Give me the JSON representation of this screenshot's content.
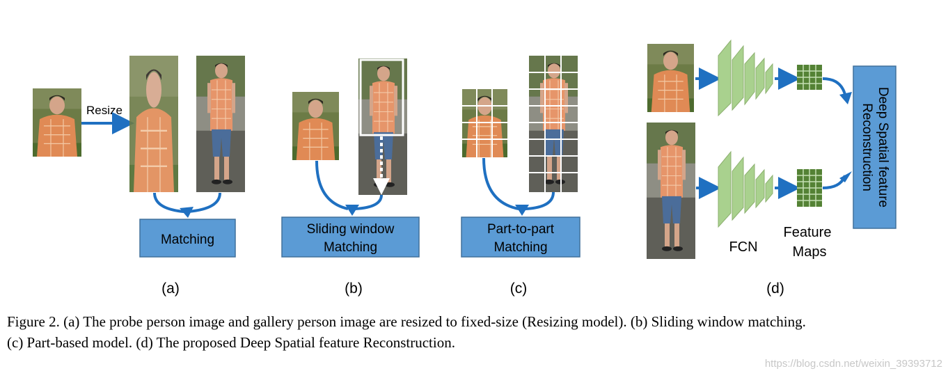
{
  "panels": {
    "a": {
      "label": "(a)",
      "resize_text": "Resize",
      "box_text": "Matching"
    },
    "b": {
      "label": "(b)",
      "box_line1": "Sliding window",
      "box_line2": "Matching"
    },
    "c": {
      "label": "(c)",
      "box_line1": "Part-to-part",
      "box_line2": "Matching"
    },
    "d": {
      "label": "(d)",
      "fcn_text": "FCN",
      "feature_line1": "Feature",
      "feature_line2": "Maps",
      "recon_line1": "Deep Spatial feature",
      "recon_line2": "Reconstruction"
    }
  },
  "caption": {
    "line1": "Figure 2. (a) The probe person image and gallery person image are resized to fixed-size (Resizing model). (b) Sliding window matching.",
    "line2": "(c) Part-based model. (d) The proposed Deep Spatial feature Reconstruction."
  },
  "watermark": "https://blog.csdn.net/weixin_39393712",
  "colors": {
    "box_fill": "#5b9bd5",
    "box_stroke": "#41719c",
    "arrow": "#1f70c1",
    "fcn_green": "#a9d18e",
    "fmap_green": "#548235"
  }
}
